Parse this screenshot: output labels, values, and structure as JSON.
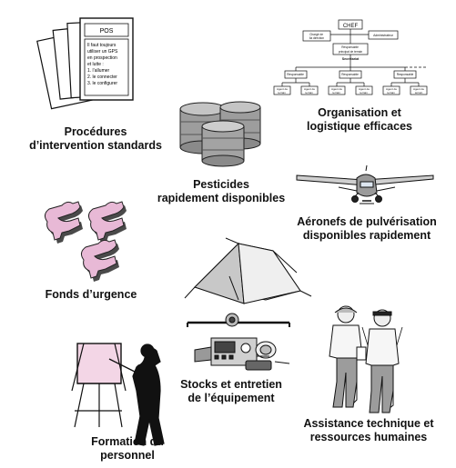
{
  "captions": {
    "pos": [
      "Procédures",
      "d’intervention standards"
    ],
    "org": [
      "Organisation et",
      "logistique efficaces"
    ],
    "pesticides": [
      "Pesticides",
      "rapidement disponibles"
    ],
    "aircraft": [
      "Aéronefs de pulvérisation",
      "disponibles rapidement"
    ],
    "funds": [
      "Fonds d’urgence"
    ],
    "equipment": [
      "Stocks et entretien",
      "de l’équipement"
    ],
    "training": [
      "Formation du",
      "personnel"
    ],
    "assistance": [
      "Assistance technique et",
      "ressources humaines"
    ]
  },
  "pos_doc": {
    "title": "POS",
    "lines": [
      "Il faut toujours",
      "utiliser un GPS",
      "en prospection",
      "et lutte :",
      "1. l’allumer",
      "2. le connecter",
      "3. le configurer"
    ]
  },
  "org_chart": {
    "chef": "CHEF",
    "deputy_left": [
      "Chargé de",
      "lla direction"
    ],
    "deputy_right": "Administrateur",
    "mid_manager": [
      "Responsable",
      "principal de terrain"
    ],
    "mid_sub": "Secrétariat",
    "managers": [
      "Responsable",
      "Responsable",
      "Responsable"
    ],
    "leads": [
      "Agent de",
      "terrain"
    ]
  },
  "colors": {
    "money": "#e8b9d6",
    "money_shadow": "#4a4a4a",
    "drum": "#9d9d9d",
    "board": "#f3d6e6"
  }
}
